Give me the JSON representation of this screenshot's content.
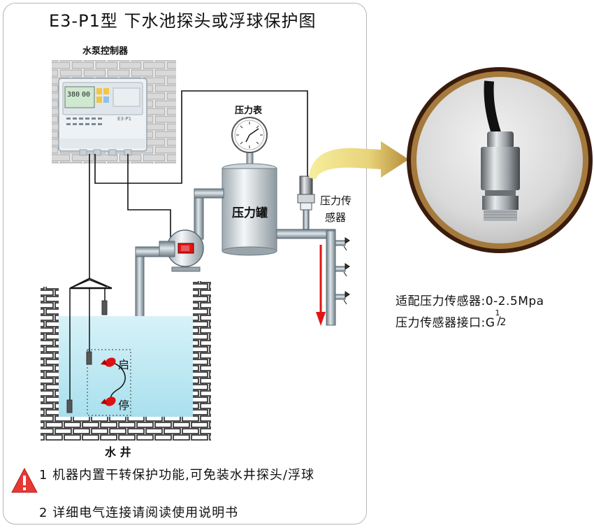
{
  "title": "E3-P1型  下水池探头或浮球保护图",
  "controller": {
    "label": "水泵控制器",
    "display_value": "380",
    "display_value_2": "00",
    "model": "E3-P1"
  },
  "gauge": {
    "label": "压力表"
  },
  "tank": {
    "label": "压力罐"
  },
  "sensor": {
    "label_line1": "压力传",
    "label_line2": "感器"
  },
  "floats": {
    "start": "启",
    "stop": "停"
  },
  "well": {
    "label": "水 井"
  },
  "specs": {
    "line1": "适配压力传感器:0-2.5Mpa",
    "line2_prefix": "压力传感器接口:G",
    "fraction_num": "1",
    "fraction_den": "2"
  },
  "notes": {
    "item1": "1 机器内置干转保护功能,可免装水井探头/浮球",
    "item2": "2 详细电气连接请阅读使用说明书"
  },
  "colors": {
    "water": "#bfeaf4",
    "pipe": "#8a9aa3",
    "arrow_red": "#e01515",
    "arrow_yellow": "#f2e07a",
    "warning_red": "#e53935"
  }
}
